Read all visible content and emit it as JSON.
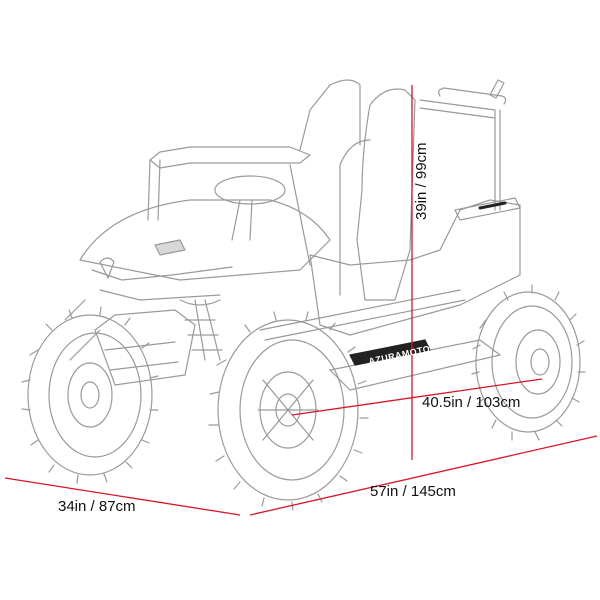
{
  "dimensions": {
    "height": "39in / 99cm",
    "wheelbase": "40.5in / 103cm",
    "width": "34in / 87cm",
    "length": "57in / 145cm"
  },
  "decal": {
    "brand": "AZURAMOTO"
  },
  "colors": {
    "dimension_line": "#d6152b",
    "sketch_line": "#9a9a9a",
    "label_text": "#111111",
    "background": "#ffffff"
  }
}
